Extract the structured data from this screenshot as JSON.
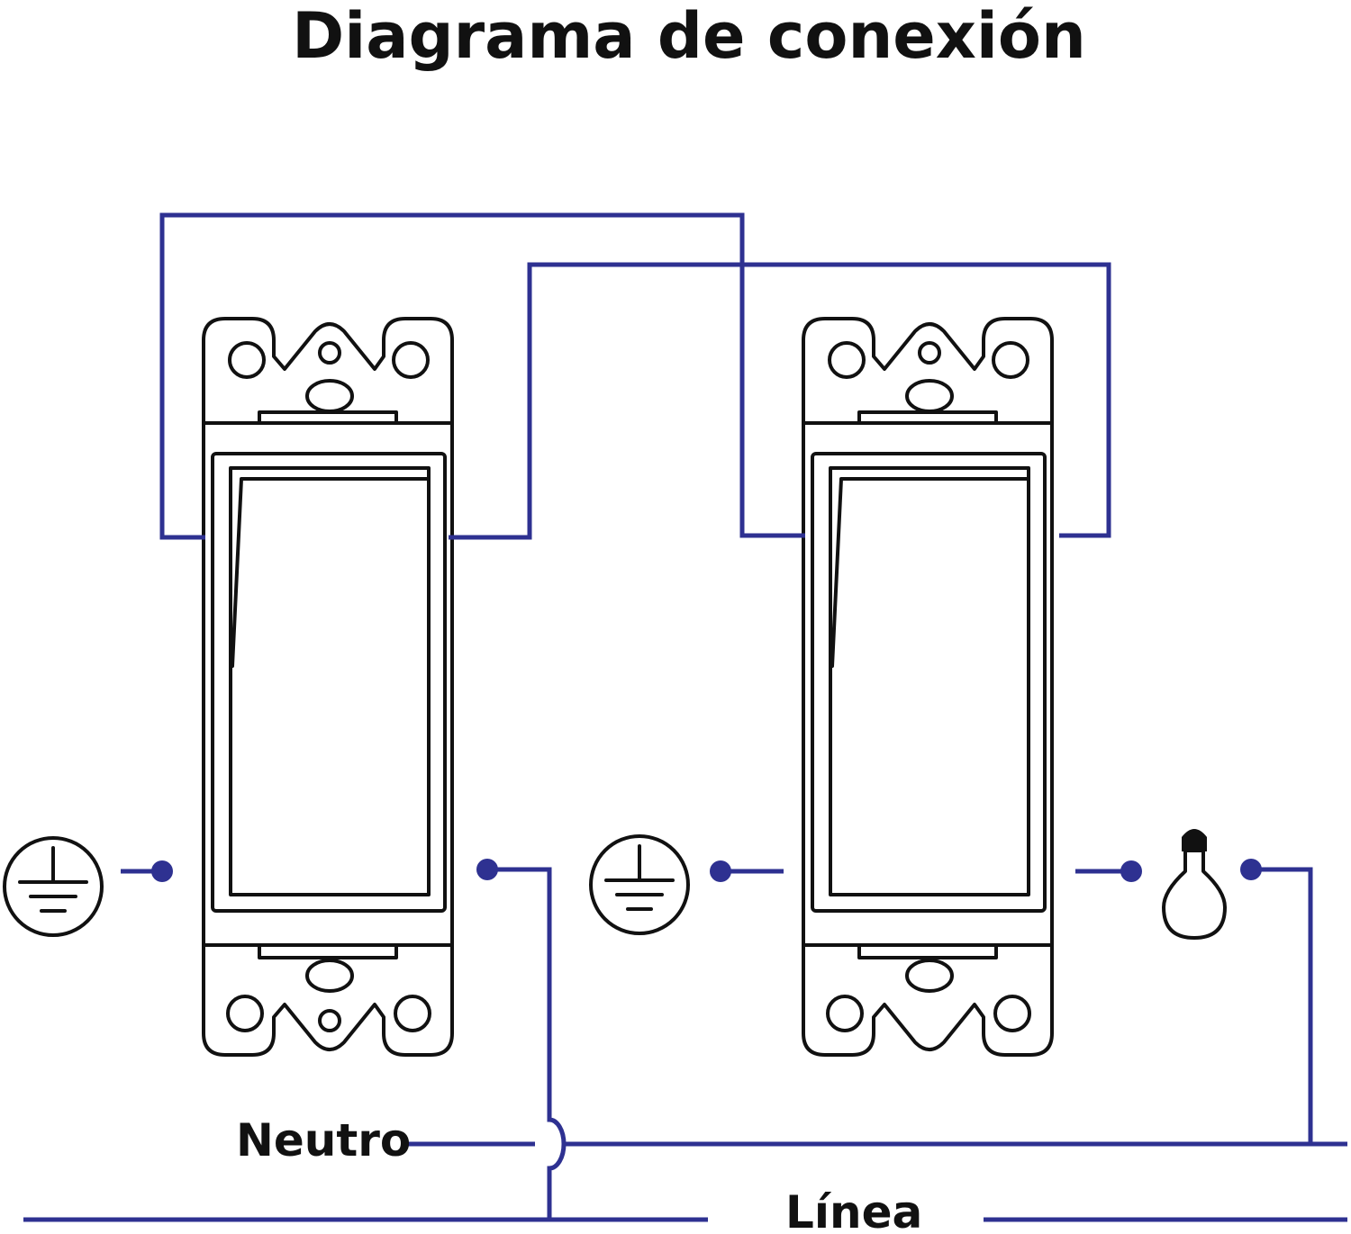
{
  "title": "Diagrama de conexión",
  "labels": {
    "neutral": "Neutro",
    "line": "Línea"
  },
  "icons": {
    "ground": "ground-icon",
    "bulb": "light-bulb-icon"
  },
  "colors": {
    "wire": "#2e3191",
    "outline": "#111111",
    "background": "#ffffff"
  }
}
